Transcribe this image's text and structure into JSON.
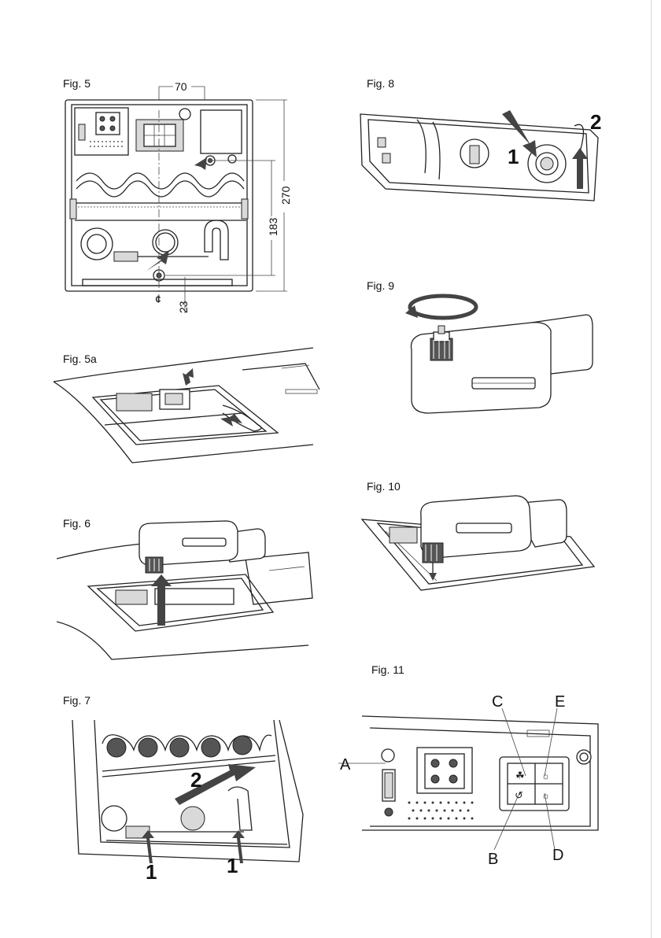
{
  "figures": {
    "fig5": {
      "label": "Fig. 5",
      "dim_top": "70",
      "dim_height": "270",
      "dim_inner": "183",
      "dim_bottom": "23"
    },
    "fig5a": {
      "label": "Fig. 5a"
    },
    "fig6": {
      "label": "Fig. 6"
    },
    "fig7": {
      "label": "Fig. 7",
      "callout_1a": "1",
      "callout_1b": "1",
      "callout_2": "2"
    },
    "fig8": {
      "label": "Fig. 8",
      "callout_1": "1",
      "callout_2": "2"
    },
    "fig9": {
      "label": "Fig. 9"
    },
    "fig10": {
      "label": "Fig. 10"
    },
    "fig11": {
      "label": "Fig. 11",
      "callout_a": "A",
      "callout_b": "B",
      "callout_c": "C",
      "callout_d": "D",
      "callout_e": "E"
    }
  }
}
